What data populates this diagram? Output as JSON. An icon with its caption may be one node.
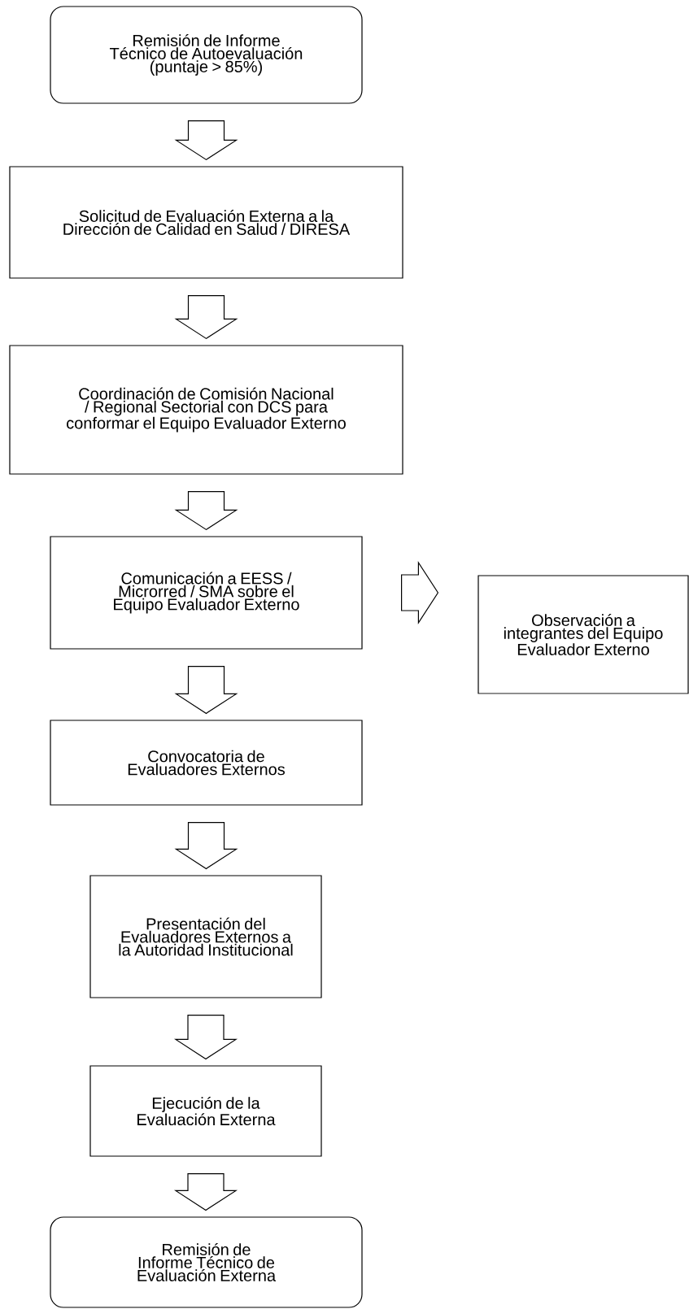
{
  "diagram": {
    "nodes": [
      {
        "text": [
          "Remisión de Informe Técnico de Autoevaluación (puntaje > 85%)"
        ]
      },
      {
        "text": [
          "Solicitud de Evaluación Externa a la Dirección de Calidad en Salud / DIRESA"
        ]
      },
      {
        "text": [
          "Coordinación de Comisión Nacional / Regional Sectorial con DCS para conformar el Equipo Evaluador Externo"
        ]
      },
      {
        "text": [
          "Comunicación a EESS / Microrred / SMA sobre el Equipo Evaluador Externo"
        ]
      },
      {
        "text": [
          "Observación a integrantes del Equipo Evaluador Externo"
        ]
      },
      {
        "text": [
          "Convocatoria de Evaluadores Externos"
        ]
      },
      {
        "text": [
          "Presentación del Evaluadores Externos a la Autoridad Institucional"
        ]
      },
      {
        "text": [
          "Ejecución de la Evaluación Externa"
        ]
      },
      {
        "text": [
          "Remisión de Informe Técnico de Evaluación Externa"
        ]
      }
    ],
    "edges": [
      {
        "from": 0,
        "to": 1,
        "arrow": "to"
      },
      {
        "from": 1,
        "to": 2,
        "arrow": "to"
      },
      {
        "from": 2,
        "to": 3,
        "arrow": "to"
      },
      {
        "from": 3,
        "to": 4,
        "arrow": "to"
      },
      {
        "from": 3,
        "to": 5,
        "arrow": "to"
      },
      {
        "from": 5,
        "to": 6,
        "arrow": "to"
      },
      {
        "from": 6,
        "to": 7,
        "arrow": "to"
      },
      {
        "from": 7,
        "to": 8,
        "arrow": "to"
      }
    ]
  }
}
